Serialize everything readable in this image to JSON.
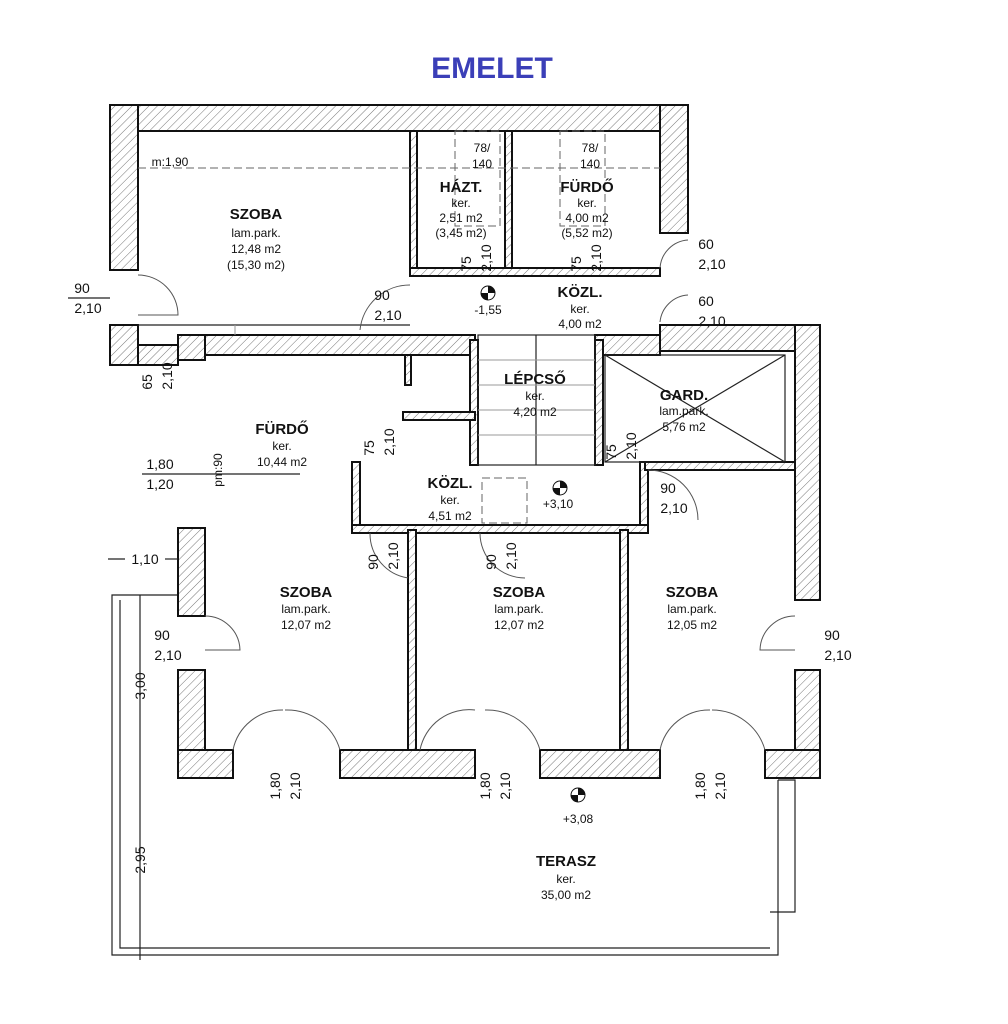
{
  "title": "EMELET",
  "rooms": [
    {
      "name": "SZOBA",
      "finish": "lam.park.",
      "area": "12,48 m2",
      "gross": "(15,30 m2)"
    },
    {
      "name": "HÁZT.",
      "finish": "ker.",
      "area": "2,51 m2",
      "gross": "(3,45 m2)"
    },
    {
      "name": "FÜRDŐ",
      "finish": "ker.",
      "area": "4,00 m2",
      "gross": "(5,52 m2)"
    },
    {
      "name": "KÖZL.",
      "finish": "ker.",
      "area": "4,00 m2"
    },
    {
      "name": "FÜRDŐ",
      "finish": "ker.",
      "area": "10,44 m2"
    },
    {
      "name": "LÉPCSŐ",
      "finish": "ker.",
      "area": "4,20 m2"
    },
    {
      "name": "GARD.",
      "finish": "lam.park.",
      "area": "5,76 m2"
    },
    {
      "name": "KÖZL.",
      "finish": "ker.",
      "area": "4,51 m2"
    },
    {
      "name": "SZOBA",
      "finish": "lam.park.",
      "area": "12,07 m2"
    },
    {
      "name": "SZOBA",
      "finish": "lam.park.",
      "area": "12,07 m2"
    },
    {
      "name": "SZOBA",
      "finish": "lam.park.",
      "area": "12,05 m2"
    },
    {
      "name": "TERASZ",
      "finish": "ker.",
      "area": "35,00 m2"
    }
  ],
  "levels": {
    "upper_hall": "-1,55",
    "hall": "+3,10",
    "terrace": "+3,08"
  },
  "notes": {
    "ceiling": "m:1,90",
    "parapet": "pm:90",
    "skylight_a": "78/",
    "skylight_a2": "140",
    "skylight_b": "78/",
    "skylight_b2": "140"
  },
  "dims": {
    "d90": "90",
    "d210": "2,10",
    "d60": "60",
    "d75": "75",
    "d65": "65",
    "d180": "1,80",
    "d120": "1,20",
    "d110": "1,10",
    "d300": "3,00",
    "d295": "2,95"
  }
}
